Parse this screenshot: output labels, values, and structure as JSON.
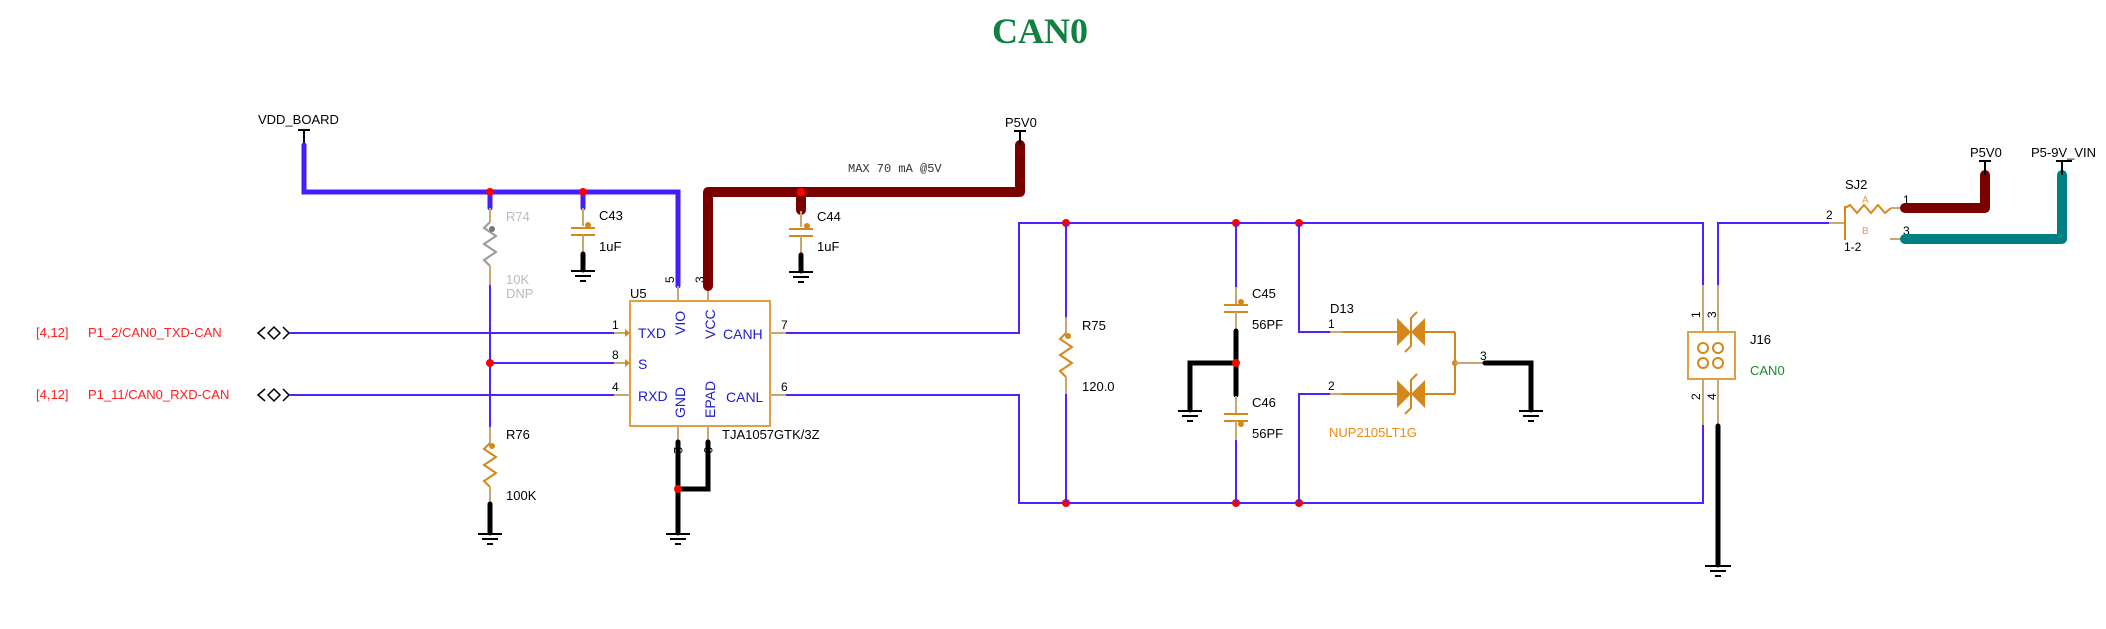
{
  "title": "CAN0",
  "colors": {
    "title": "#0f8040",
    "signal_wire": "#5020ff",
    "power_5v": "#7a0000",
    "power_vin": "#008080",
    "ground": "#000000",
    "component": "#d4881a",
    "junction": "#ff0000",
    "offpage_label": "#ff2020",
    "pin_name": "#2020cc",
    "dnp": "#bbbbbb"
  },
  "power_labels": {
    "vdd_board": "VDD_BOARD",
    "p5v0_left": "P5V0",
    "p5v0_right": "P5V0",
    "p5_9v_vin": "P5-9V_VIN"
  },
  "annotation": "MAX 70 mA @5V",
  "offpage_connectors": [
    {
      "sheet_ref": "[4,12]",
      "net": "P1_2/CAN0_TXD-CAN",
      "icon": "bidirectional-offpage-icon"
    },
    {
      "sheet_ref": "[4,12]",
      "net": "P1_11/CAN0_RXD-CAN",
      "icon": "bidirectional-offpage-icon"
    }
  ],
  "components": {
    "R74": {
      "ref": "R74",
      "value": "10K",
      "note": "DNP"
    },
    "C43": {
      "ref": "C43",
      "value": "1uF"
    },
    "C44": {
      "ref": "C44",
      "value": "1uF"
    },
    "R76": {
      "ref": "R76",
      "value": "100K"
    },
    "U5": {
      "ref": "U5",
      "part": "TJA1057GTK/3Z",
      "pins": [
        {
          "num": "1",
          "name": "TXD"
        },
        {
          "num": "8",
          "name": "S"
        },
        {
          "num": "4",
          "name": "RXD"
        },
        {
          "num": "5",
          "name": "VIO"
        },
        {
          "num": "3",
          "name": "VCC"
        },
        {
          "num": "2",
          "name": "GND"
        },
        {
          "num": "9",
          "name": "EPAD"
        },
        {
          "num": "7",
          "name": "CANH"
        },
        {
          "num": "6",
          "name": "CANL"
        }
      ]
    },
    "R75": {
      "ref": "R75",
      "value": "120.0"
    },
    "C45": {
      "ref": "C45",
      "value": "56PF"
    },
    "C46": {
      "ref": "C46",
      "value": "56PF"
    },
    "D13": {
      "ref": "D13",
      "part": "NUP2105LT1G",
      "pins": [
        "1",
        "2",
        "3"
      ]
    },
    "J16": {
      "ref": "J16",
      "value": "CAN0",
      "pins": [
        "1",
        "3",
        "2",
        "4"
      ]
    },
    "SJ2": {
      "ref": "SJ2",
      "default": "1-2",
      "pad_a": "A",
      "pad_b": "B",
      "pins": [
        "2",
        "1",
        "3"
      ]
    }
  }
}
